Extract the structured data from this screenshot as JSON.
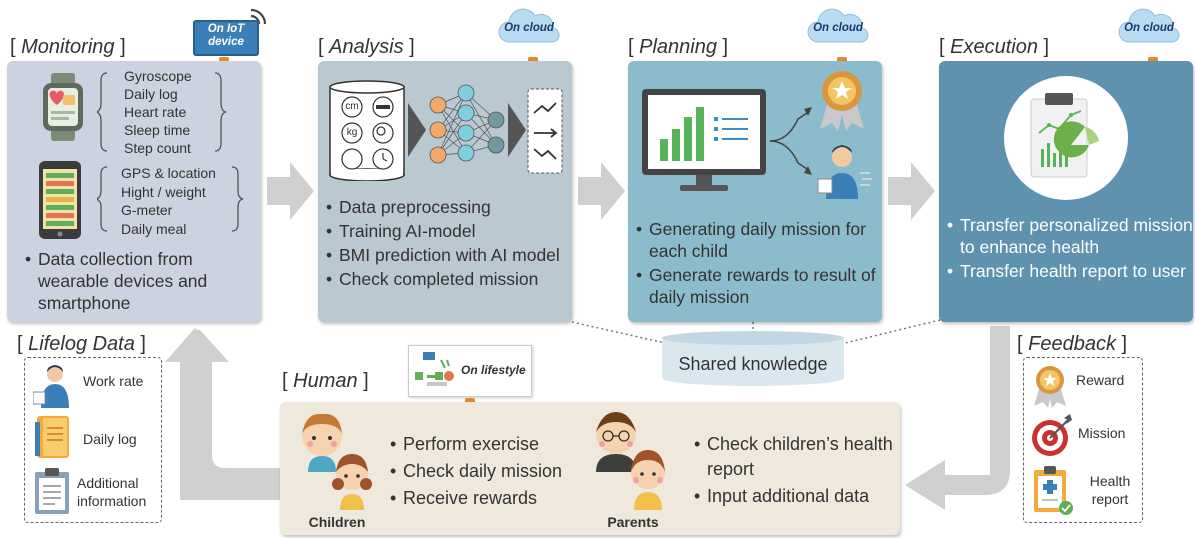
{
  "monitoring": {
    "title": "Monitoring",
    "device_badge": [
      "On IoT",
      "device"
    ],
    "watch_items": [
      "Gyroscope",
      "Daily log",
      "Heart rate",
      "Sleep time",
      "Step count"
    ],
    "phone_items": [
      "GPS & location",
      "Hight / weight",
      "G-meter",
      "Daily meal"
    ],
    "bullets": [
      "Data collection from wearable devices and smartphone"
    ]
  },
  "analysis": {
    "title": "Analysis",
    "cloud": "On cloud",
    "icon_labels": [
      "cm",
      "kg"
    ],
    "bullets": [
      "Data preprocessing",
      "Training AI-model",
      "BMI prediction with AI model",
      "Check completed mission"
    ]
  },
  "planning": {
    "title": "Planning",
    "cloud": "On cloud",
    "bullets": [
      "Generating daily mission for each child",
      "Generate rewards to result of daily mission"
    ]
  },
  "execution": {
    "title": "Execution",
    "cloud": "On cloud",
    "bullets": [
      "Transfer personalized mission to enhance health",
      "Transfer health report to user"
    ]
  },
  "shared_knowledge": "Shared knowledge",
  "lifelog": {
    "title": "Lifelog Data",
    "items": [
      "Work rate",
      "Daily log",
      "Additional information"
    ]
  },
  "human": {
    "title": "Human",
    "badge": "On lifestyle",
    "children_label": "Children",
    "parents_label": "Parents",
    "children_bullets": [
      "Perform exercise",
      "Check daily mission",
      "Receive rewards"
    ],
    "parents_bullets": [
      "Check children’s health report",
      "Input additional data"
    ]
  },
  "feedback": {
    "title": "Feedback",
    "items": [
      "Reward",
      "Mission",
      "Health report"
    ]
  },
  "colors": {
    "monitoring_bg": "#ccd2e0",
    "analysis_bg": "#bac8d2",
    "planning_bg": "#8bbccb",
    "execution_bg": "#5e92af",
    "human_bg": "#efe9dd",
    "arrow": "#cfcfcf",
    "accent_orange": "#e08a2a"
  }
}
